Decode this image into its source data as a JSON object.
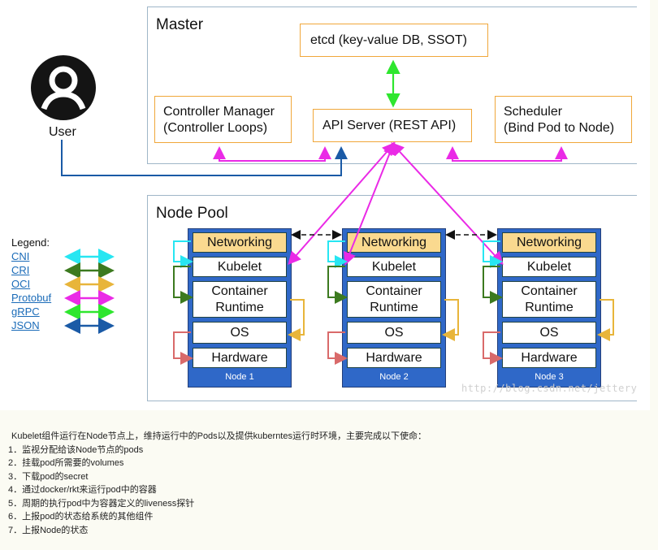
{
  "master": {
    "title": "Master",
    "etcd": "etcd (key-value DB, SSOT)",
    "controller_manager": [
      "Controller Manager",
      "(Controller Loops)"
    ],
    "api_server": "API Server (REST API)",
    "scheduler": [
      "Scheduler",
      "(Bind Pod to Node)"
    ]
  },
  "user": {
    "label": "User",
    "icon": "user-avatar-icon"
  },
  "node_pool": {
    "title": "Node Pool",
    "nodes": [
      {
        "name": "Node 1",
        "layers": [
          "Networking",
          "Kubelet",
          "Container\nRuntime",
          "OS",
          "Hardware"
        ]
      },
      {
        "name": "Node 2",
        "layers": [
          "Networking",
          "Kubelet",
          "Container\nRuntime",
          "OS",
          "Hardware"
        ]
      },
      {
        "name": "Node 3",
        "layers": [
          "Networking",
          "Kubelet",
          "Container\nRuntime",
          "OS",
          "Hardware"
        ]
      }
    ]
  },
  "legend": {
    "title": "Legend:",
    "items": [
      {
        "label": "CNI",
        "color": "#27e6f2"
      },
      {
        "label": "CRI",
        "color": "#3c7a1f"
      },
      {
        "label": "OCI",
        "color": "#e8b53a"
      },
      {
        "label": "Protobuf",
        "color": "#ea2ae6"
      },
      {
        "label": "gRPC",
        "color": "#2ee62e"
      },
      {
        "label": "JSON",
        "color": "#1a5aa6"
      }
    ]
  },
  "watermark": "http://blog.csdn.net/jettery",
  "description": {
    "intro": "Kubelet组件运行在Node节点上，维持运行中的Pods以及提供kuberntes运行时环境，主要完成以下使命：",
    "items": [
      "1．监视分配给该Node节点的pods",
      "2．挂载pod所需要的volumes",
      "3．下载pod的secret",
      "4．通过docker/rkt来运行pod中的容器",
      "5．周期的执行pod中为容器定义的liveness探针",
      "6．上报pod的状态给系统的其他组件",
      "7．上报Node的状态"
    ]
  }
}
